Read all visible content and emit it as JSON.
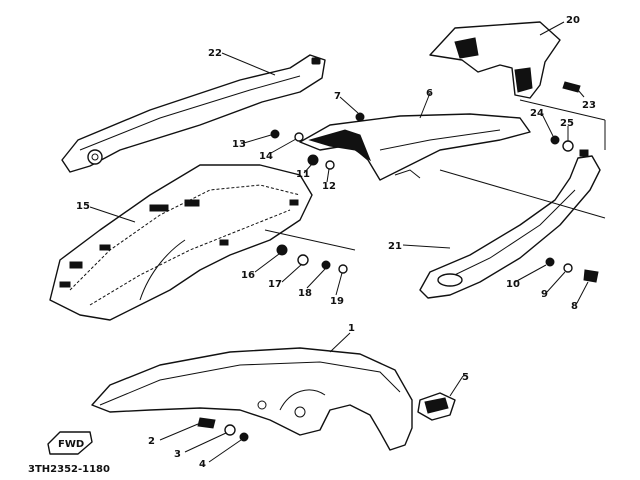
{
  "diagram_code": "3TH2352-1180",
  "badge_text": "FWD",
  "callouts": [
    {
      "id": "c1",
      "label": "1"
    },
    {
      "id": "c2",
      "label": "2"
    },
    {
      "id": "c3",
      "label": "3"
    },
    {
      "id": "c4",
      "label": "4"
    },
    {
      "id": "c5",
      "label": "5"
    },
    {
      "id": "c6",
      "label": "6"
    },
    {
      "id": "c7",
      "label": "7"
    },
    {
      "id": "c8",
      "label": "8"
    },
    {
      "id": "c9",
      "label": "9"
    },
    {
      "id": "c10",
      "label": "10"
    },
    {
      "id": "c11",
      "label": "11"
    },
    {
      "id": "c12",
      "label": "12"
    },
    {
      "id": "c13",
      "label": "13"
    },
    {
      "id": "c14",
      "label": "14"
    },
    {
      "id": "c15",
      "label": "15"
    },
    {
      "id": "c16",
      "label": "16"
    },
    {
      "id": "c17",
      "label": "17"
    },
    {
      "id": "c18",
      "label": "18"
    },
    {
      "id": "c19",
      "label": "19"
    },
    {
      "id": "c20",
      "label": "20"
    },
    {
      "id": "c21",
      "label": "21"
    },
    {
      "id": "c22",
      "label": "22"
    },
    {
      "id": "c23",
      "label": "23"
    },
    {
      "id": "c24",
      "label": "24"
    },
    {
      "id": "c25",
      "label": "25"
    }
  ]
}
